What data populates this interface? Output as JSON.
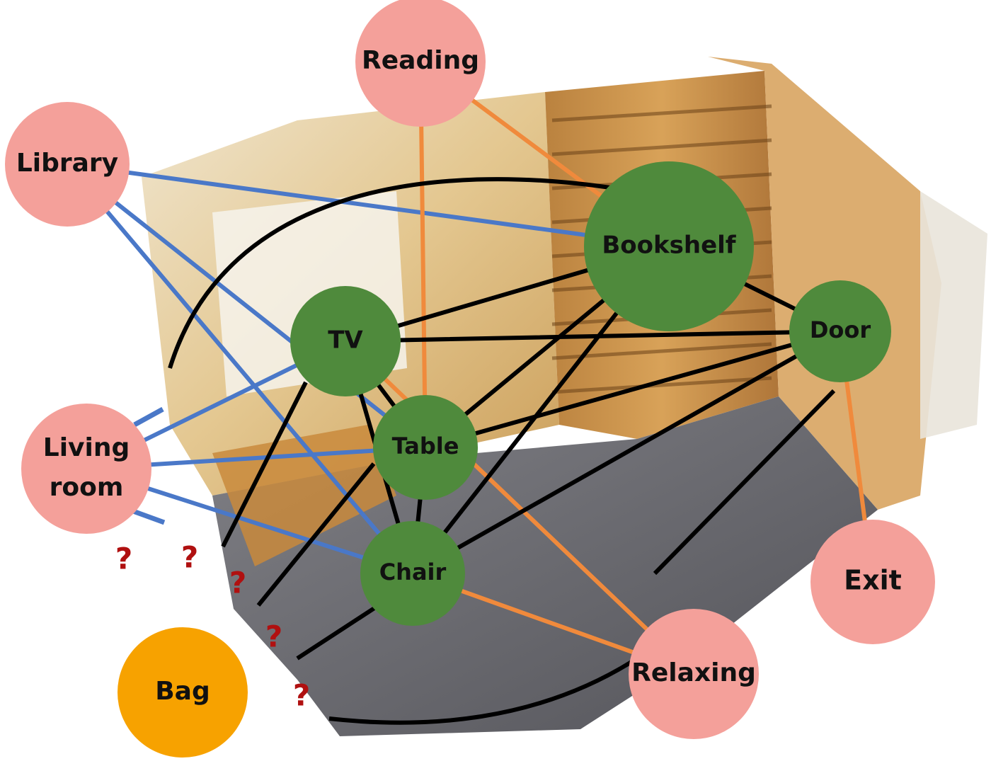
{
  "colors": {
    "object_node": "#4f8a3c",
    "concept_node": "#f4a09a",
    "query_node": "#f7a200",
    "object_edge": "#000000",
    "blue_edge": "#4a78c8",
    "orange_edge": "#f08a3c",
    "question_mark": "#b01010"
  },
  "nodes": [
    {
      "id": "reading",
      "label": "Reading",
      "kind": "concept"
    },
    {
      "id": "library",
      "label": "Library",
      "kind": "concept"
    },
    {
      "id": "living",
      "label": "Living room",
      "kind": "concept",
      "lines": [
        "Living",
        "room"
      ]
    },
    {
      "id": "exit",
      "label": "Exit",
      "kind": "concept"
    },
    {
      "id": "relaxing",
      "label": "Relaxing",
      "kind": "concept"
    },
    {
      "id": "bookshelf",
      "label": "Bookshelf",
      "kind": "object"
    },
    {
      "id": "tv",
      "label": "TV",
      "kind": "object"
    },
    {
      "id": "door",
      "label": "Door",
      "kind": "object"
    },
    {
      "id": "table",
      "label": "Table",
      "kind": "object"
    },
    {
      "id": "chair",
      "label": "Chair",
      "kind": "object"
    },
    {
      "id": "bag",
      "label": "Bag",
      "kind": "query"
    }
  ],
  "edges": [
    {
      "from": "library",
      "to": "bookshelf",
      "style": "blue"
    },
    {
      "from": "library",
      "to": "table",
      "style": "blue"
    },
    {
      "from": "library",
      "to": "chair",
      "style": "blue"
    },
    {
      "from": "living",
      "to": "tv",
      "style": "blue"
    },
    {
      "from": "living",
      "to": "table",
      "style": "blue"
    },
    {
      "from": "living",
      "to": "chair",
      "style": "blue"
    },
    {
      "from": "reading",
      "to": "bookshelf",
      "style": "orange"
    },
    {
      "from": "reading",
      "to": "table",
      "style": "orange"
    },
    {
      "from": "tv",
      "to": "relaxing",
      "style": "orange"
    },
    {
      "from": "chair",
      "to": "relaxing",
      "style": "orange"
    },
    {
      "from": "door",
      "to": "exit",
      "style": "orange"
    },
    {
      "from": "tv",
      "to": "bookshelf",
      "style": "black"
    },
    {
      "from": "tv",
      "to": "door",
      "style": "black"
    },
    {
      "from": "tv",
      "to": "table",
      "style": "black"
    },
    {
      "from": "tv",
      "to": "chair",
      "style": "black"
    },
    {
      "from": "bookshelf",
      "to": "door",
      "style": "black"
    },
    {
      "from": "bookshelf",
      "to": "table",
      "style": "black"
    },
    {
      "from": "bookshelf",
      "to": "chair",
      "style": "black"
    },
    {
      "from": "table",
      "to": "door",
      "style": "black"
    },
    {
      "from": "table",
      "to": "chair",
      "style": "black"
    },
    {
      "from": "chair",
      "to": "door",
      "style": "black"
    }
  ],
  "question_marks": [
    "?",
    "?",
    "?",
    "?",
    "?"
  ]
}
